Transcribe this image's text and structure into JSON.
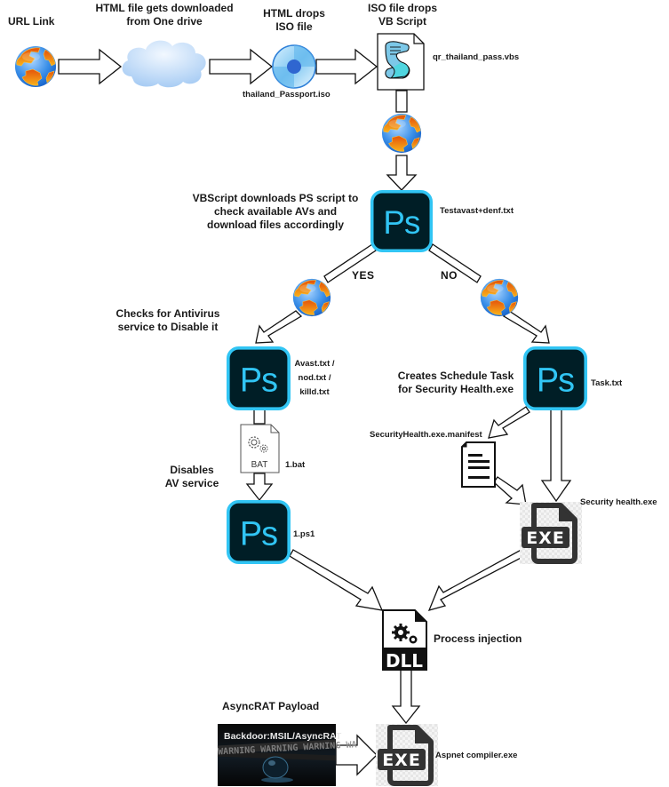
{
  "diagram": {
    "stages": {
      "url_link": "URL Link",
      "html_download": [
        "HTML file gets downloaded",
        "from One drive"
      ],
      "html_drops": [
        "HTML drops",
        "ISO file"
      ],
      "iso_drops": [
        "ISO file drops",
        "VB Script"
      ],
      "vbscript_downloads": [
        "VBScript downloads PS script to",
        "check available AVs and",
        "download files accordingly"
      ],
      "checks_antivirus": [
        "Checks for Antivirus",
        "service to Disable it"
      ],
      "creates_task": [
        "Creates Schedule Task",
        "for Security Health.exe"
      ],
      "disables_av": [
        "Disables",
        "AV service"
      ],
      "process_injection": "Process injection",
      "asyncrat_payload": "AsyncRAT Payload"
    },
    "branches": {
      "yes": "YES",
      "no": "NO"
    },
    "files": {
      "iso": "thailand_Passport.iso",
      "vbs": "qr_thailand_pass.vbs",
      "ps_main": "Testavast+denf.txt",
      "ps_av": [
        "Avast.txt /",
        "nod.txt /",
        "killd.txt"
      ],
      "bat": "1.bat",
      "ps1": "1.ps1",
      "task": "Task.txt",
      "manifest": "SecurityHealth.exe.manifest",
      "security_health": "Security health.exe",
      "aspnet": "Aspnet compiler.exe"
    },
    "icon_text": {
      "ps": "Ps",
      "bat": "BAT",
      "exe": "EXE",
      "dll": "DLL",
      "payload_banner": "Backdoor:MSIL/AsyncRAT",
      "payload_tape": "WARNING WARNING WARNING WA"
    },
    "colors": {
      "ps_bg": "#001e26",
      "ps_border": "#31c5f4",
      "ps_text": "#31c5f4",
      "globe_ocean": "#3a8fe8",
      "globe_land": "#f59a10",
      "cloud": "#bcd9f7",
      "disc": "#7fc6f0",
      "exe_dark": "#333333"
    }
  }
}
